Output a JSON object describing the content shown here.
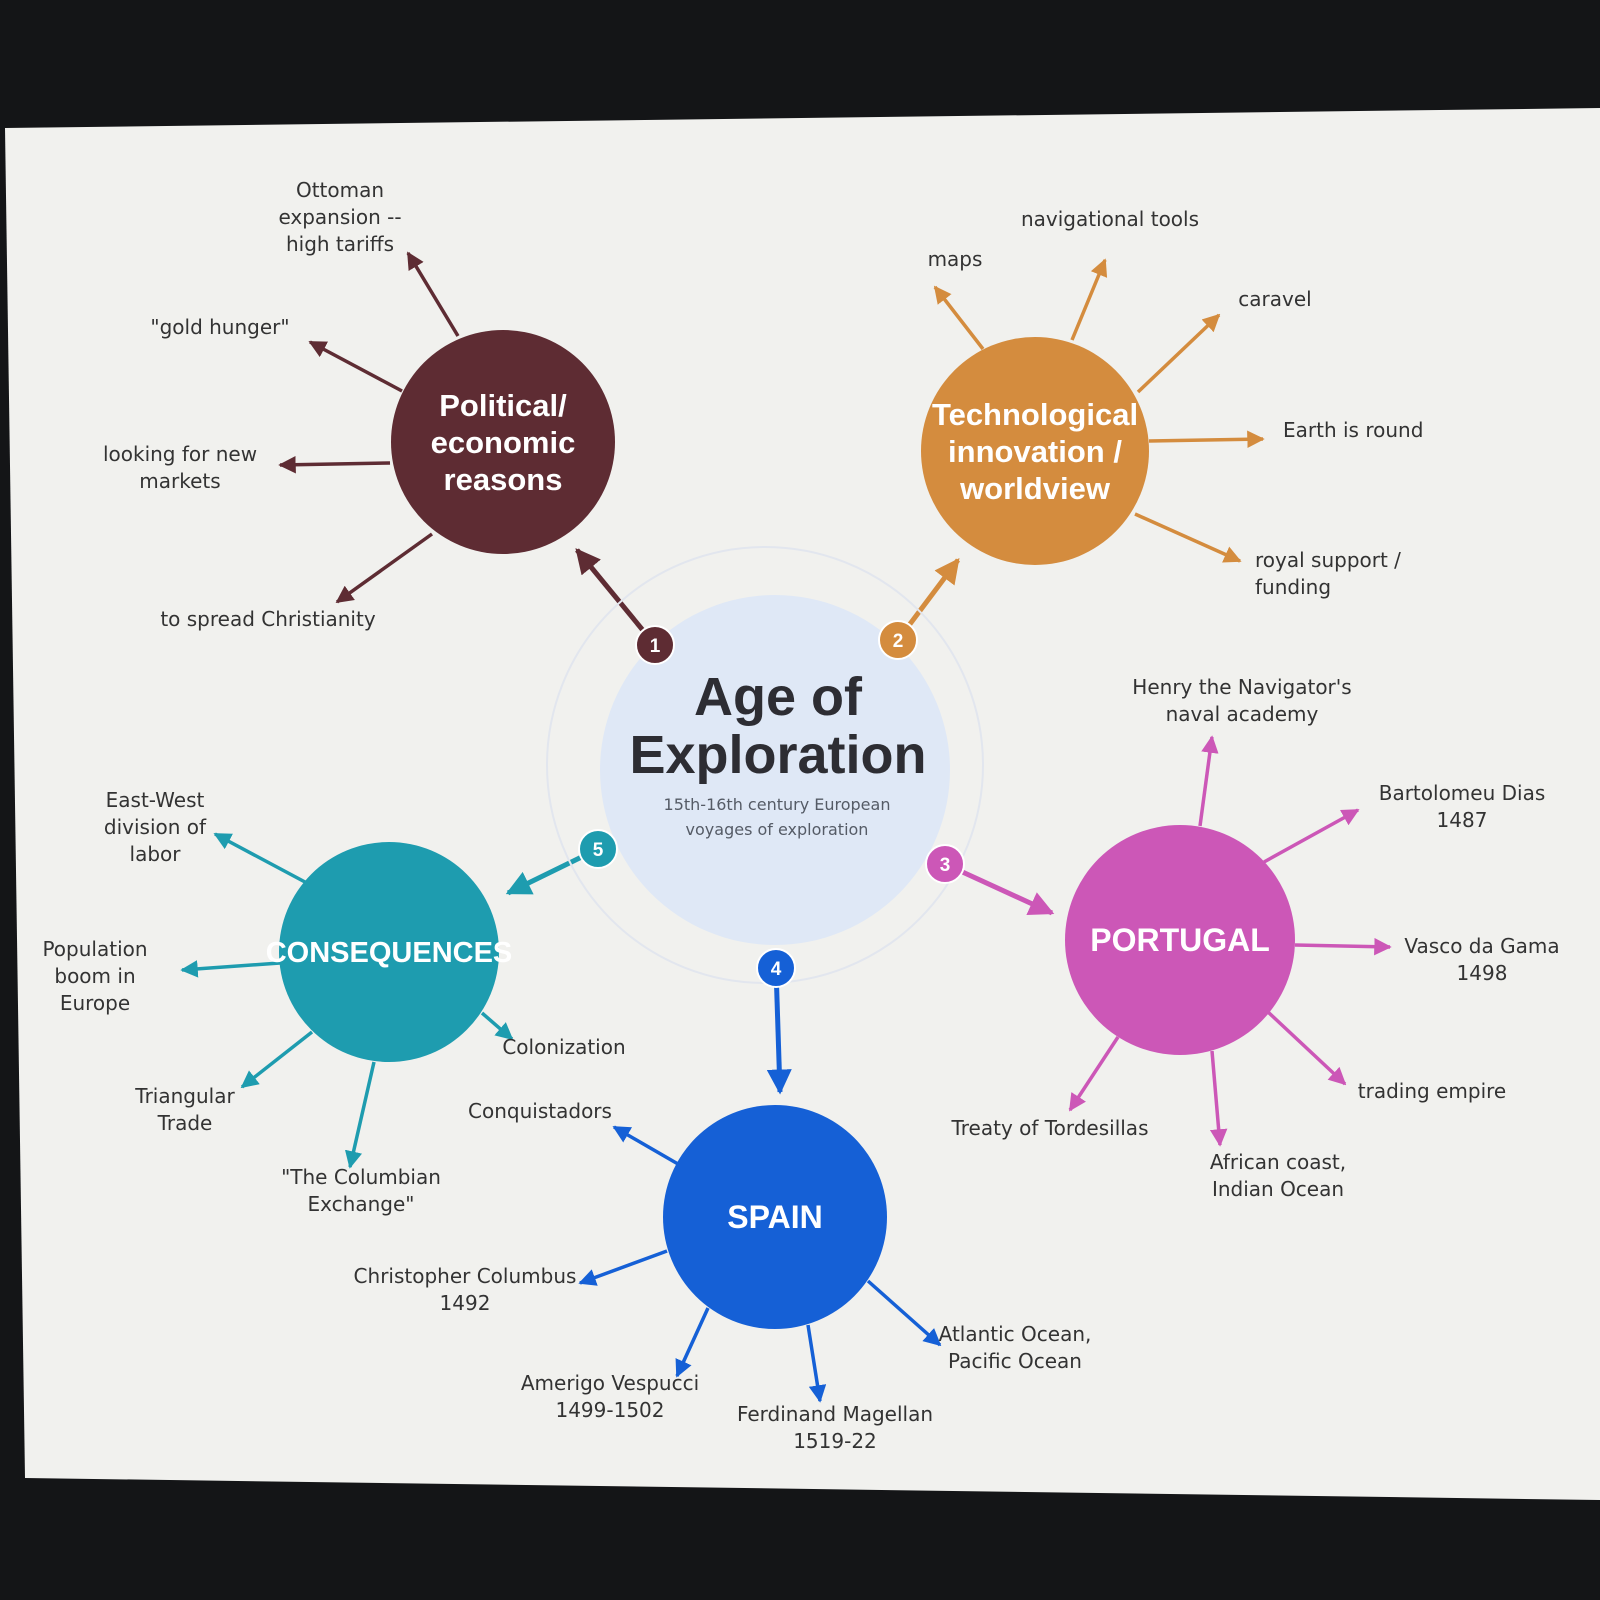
{
  "center": {
    "title_lines": [
      "Age of",
      "Exploration"
    ],
    "subtitle_lines": [
      "15th-16th century European",
      "voyages of exploration"
    ]
  },
  "colors": {
    "background_screen": "#f2f2ef",
    "bezel": "#141517",
    "center_circle": "#dfe8f6",
    "political": "#5e2c33",
    "technological": "#d48c3e",
    "portugal": "#cc57b7",
    "spain": "#1560d6",
    "consequences": "#1e9caf",
    "label_text": "#333333"
  },
  "hubs": [
    {
      "id": "political",
      "number": "1",
      "color": "#5e2c33",
      "title_lines": [
        "Political/",
        "economic",
        "reasons"
      ],
      "branches": [
        {
          "lines": [
            "Ottoman",
            "expansion --",
            "high tariffs"
          ]
        },
        {
          "lines": [
            "\"gold hunger\""
          ]
        },
        {
          "lines": [
            "looking for new",
            "markets"
          ]
        },
        {
          "lines": [
            "to spread Christianity"
          ]
        }
      ]
    },
    {
      "id": "technological",
      "number": "2",
      "color": "#d48c3e",
      "title_lines": [
        "Technological",
        "innovation /",
        "worldview"
      ],
      "branches": [
        {
          "lines": [
            "maps"
          ]
        },
        {
          "lines": [
            "navigational tools"
          ]
        },
        {
          "lines": [
            "caravel"
          ]
        },
        {
          "lines": [
            "Earth is round"
          ]
        },
        {
          "lines": [
            "royal support /",
            "funding"
          ]
        }
      ]
    },
    {
      "id": "portugal",
      "number": "3",
      "color": "#cc57b7",
      "title_lines": [
        "PORTUGAL"
      ],
      "branches": [
        {
          "lines": [
            "Henry the Navigator's",
            "naval academy"
          ]
        },
        {
          "lines": [
            "Bartolomeu Dias",
            "1487"
          ]
        },
        {
          "lines": [
            "Vasco da Gama",
            "1498"
          ]
        },
        {
          "lines": [
            "trading empire"
          ]
        },
        {
          "lines": [
            "African coast,",
            "Indian Ocean"
          ]
        },
        {
          "lines": [
            "Treaty of Tordesillas"
          ]
        }
      ]
    },
    {
      "id": "spain",
      "number": "4",
      "color": "#1560d6",
      "title_lines": [
        "SPAIN"
      ],
      "branches": [
        {
          "lines": [
            "Conquistadors"
          ]
        },
        {
          "lines": [
            "Christopher Columbus",
            "1492"
          ]
        },
        {
          "lines": [
            "Amerigo Vespucci",
            "1499-1502"
          ]
        },
        {
          "lines": [
            "Ferdinand Magellan",
            "1519-22"
          ]
        },
        {
          "lines": [
            "Atlantic Ocean,",
            "Pacific Ocean"
          ]
        }
      ]
    },
    {
      "id": "consequences",
      "number": "5",
      "color": "#1e9caf",
      "title_lines": [
        "CONSEQUENCES"
      ],
      "branches": [
        {
          "lines": [
            "East-West",
            "division of",
            "labor"
          ]
        },
        {
          "lines": [
            "Population",
            "boom in",
            "Europe"
          ]
        },
        {
          "lines": [
            "Triangular",
            "Trade"
          ]
        },
        {
          "lines": [
            "\"The Columbian",
            "Exchange\""
          ]
        },
        {
          "lines": [
            "Colonization"
          ]
        }
      ]
    }
  ]
}
